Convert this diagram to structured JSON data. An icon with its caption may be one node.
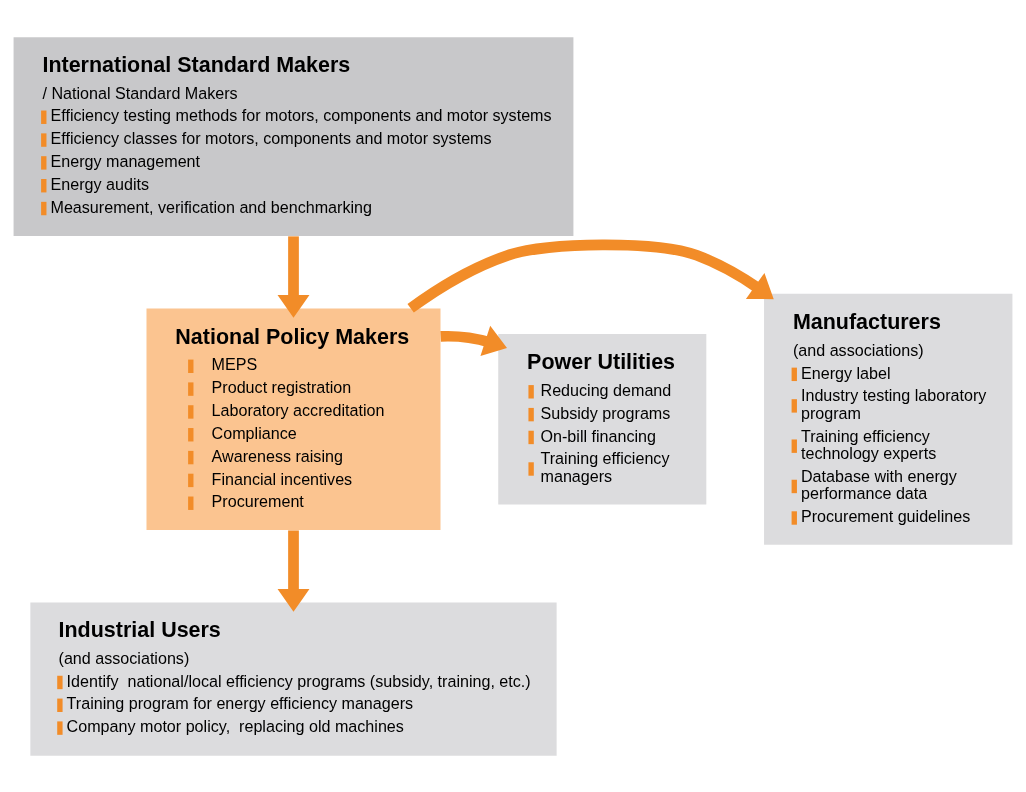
{
  "diagram": {
    "nodes": [
      {
        "text": [
          "International Standard Makers",
          "/ National Standard Makers",
          "Efficiency testing methods for motors, components and motor systems",
          "Efficiency classes for motors, components and motor systems",
          "Energy management",
          "Energy audits",
          "Measurement, verification and benchmarking"
        ]
      },
      {
        "text": [
          "Manufacturers",
          "(and associations)",
          "Energy label",
          "Industry testing laboratory program",
          "Training efficiency technology experts",
          "Database with energy performance data",
          "Procurement guidelines"
        ]
      },
      {
        "text": [
          "National Policy Makers",
          "MEPS",
          "Product registration",
          "Laboratory accreditation",
          "Compliance",
          "Awareness raising",
          "Financial incentives",
          "Procurement"
        ]
      },
      {
        "text": [
          "Power Utilities",
          "Reducing demand",
          "Subsidy programs",
          "On-bill financing",
          "Training efficiency managers"
        ]
      },
      {
        "text": [
          "Industrial Users",
          "(and associations)",
          "Identify  national/local efficiency programs (subsidy, training, etc.)",
          "Training program for energy efficiency managers",
          "Company motor policy,  replacing old machines"
        ]
      }
    ],
    "edges": [
      {
        "from": 0,
        "to": 2,
        "arrow": "to"
      },
      {
        "from": 2,
        "to": 1,
        "arrow": "to"
      },
      {
        "from": 2,
        "to": 3,
        "arrow": "to"
      },
      {
        "from": 2,
        "to": 4,
        "arrow": "to"
      }
    ]
  }
}
